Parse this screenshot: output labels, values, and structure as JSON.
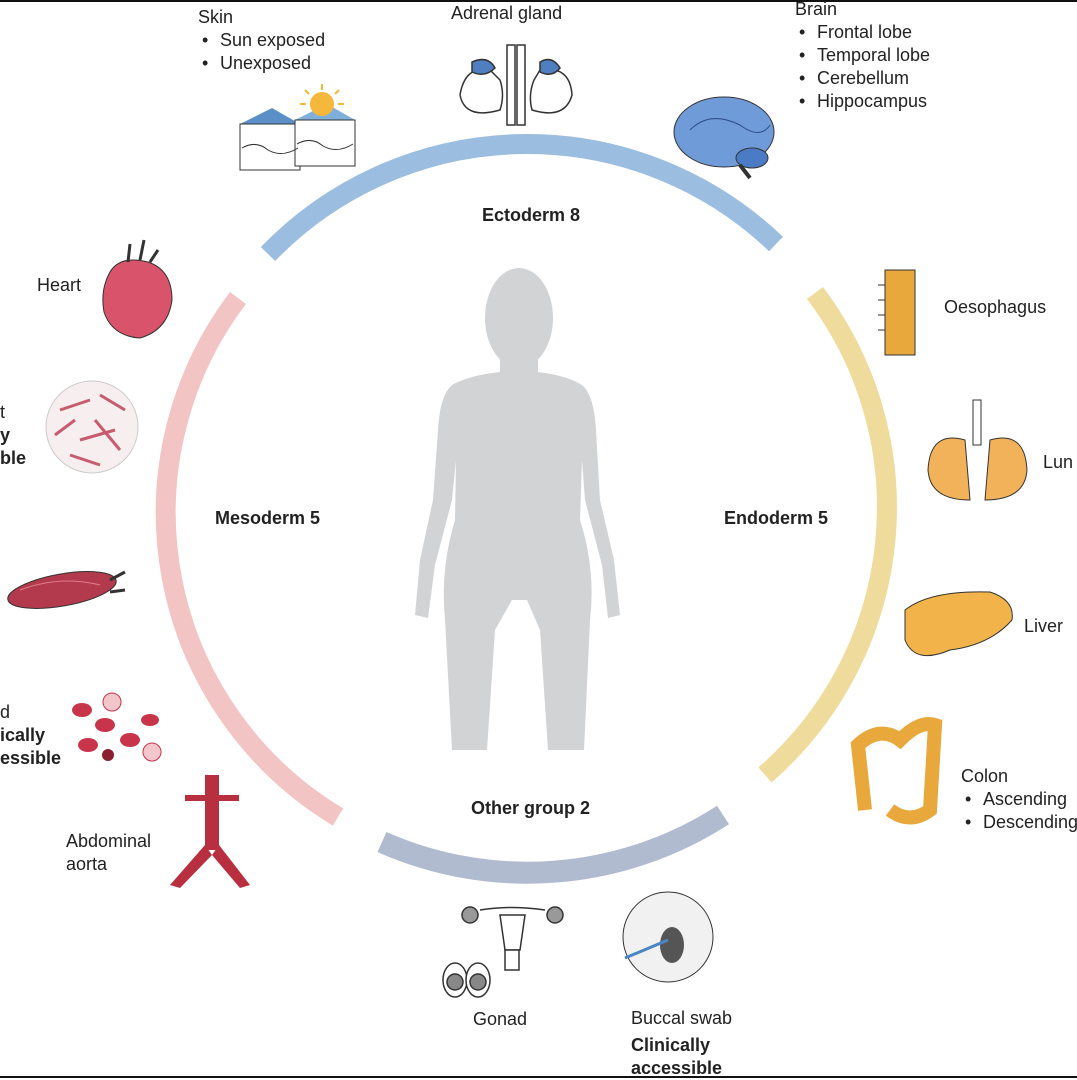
{
  "groups": {
    "ectoderm": "Ectoderm 8",
    "mesoderm": "Mesoderm 5",
    "endoderm": "Endoderm 5",
    "other": "Other group 2"
  },
  "tissues": {
    "skin": {
      "name": "Skin",
      "items": [
        "Sun exposed",
        "Unexposed"
      ]
    },
    "adrenal": {
      "name": "Adrenal gland"
    },
    "brain": {
      "name": "Brain",
      "items": [
        "Frontal lobe",
        "Temporal lobe",
        "Cerebellum",
        "Hippocampus"
      ]
    },
    "heart": {
      "name": "Heart"
    },
    "fibroblast": {
      "name": "t",
      "note_lines": [
        "y",
        "ble"
      ]
    },
    "blood": {
      "name": "d",
      "note_lines": [
        "ically",
        "essible"
      ]
    },
    "aorta": {
      "name_lines": [
        "Abdominal",
        "aorta"
      ]
    },
    "oesophagus": {
      "name": "Oesophagus"
    },
    "lung": {
      "name": "Lun"
    },
    "liver": {
      "name": "Liver"
    },
    "colon": {
      "name": "Colon",
      "items": [
        "Ascending",
        "Descending"
      ]
    },
    "gonad": {
      "name": "Gonad"
    },
    "buccal": {
      "name": "Buccal swab",
      "note_lines": [
        "Clinically",
        "accessible"
      ]
    }
  },
  "colors": {
    "ectoderm": "#9bbde0",
    "mesoderm": "#f2c4c4",
    "endoderm": "#efdb9c",
    "other": "#b0bbd0",
    "body": "#d2d3d5"
  }
}
